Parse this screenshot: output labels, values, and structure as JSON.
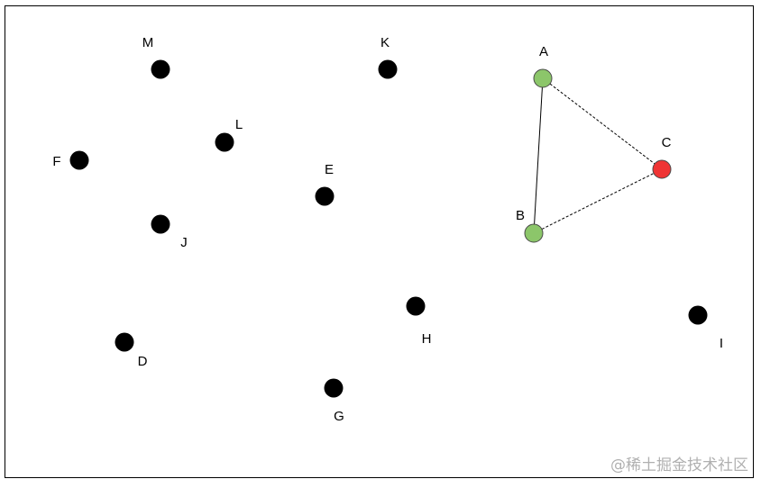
{
  "nodes": [
    {
      "id": "A",
      "label": "A",
      "color": "#8cc66a",
      "outlined": true
    },
    {
      "id": "B",
      "label": "B",
      "color": "#8cc66a",
      "outlined": true
    },
    {
      "id": "C",
      "label": "C",
      "color": "#ef3434",
      "outlined": true
    },
    {
      "id": "D",
      "label": "D",
      "color": "#000000",
      "outlined": false
    },
    {
      "id": "E",
      "label": "E",
      "color": "#000000",
      "outlined": false
    },
    {
      "id": "F",
      "label": "F",
      "color": "#000000",
      "outlined": false
    },
    {
      "id": "G",
      "label": "G",
      "color": "#000000",
      "outlined": false
    },
    {
      "id": "H",
      "label": "H",
      "color": "#000000",
      "outlined": false
    },
    {
      "id": "I",
      "label": "I",
      "color": "#000000",
      "outlined": false
    },
    {
      "id": "J",
      "label": "J",
      "color": "#000000",
      "outlined": false
    },
    {
      "id": "K",
      "label": "K",
      "color": "#000000",
      "outlined": false
    },
    {
      "id": "L",
      "label": "L",
      "color": "#000000",
      "outlined": false
    },
    {
      "id": "M",
      "label": "M",
      "color": "#000000",
      "outlined": false
    }
  ],
  "edges": [
    {
      "from": "A",
      "to": "B",
      "style": "solid"
    },
    {
      "from": "A",
      "to": "C",
      "style": "dashed"
    },
    {
      "from": "B",
      "to": "C",
      "style": "dashed"
    }
  ],
  "watermark": "@稀土掘金技术社区"
}
